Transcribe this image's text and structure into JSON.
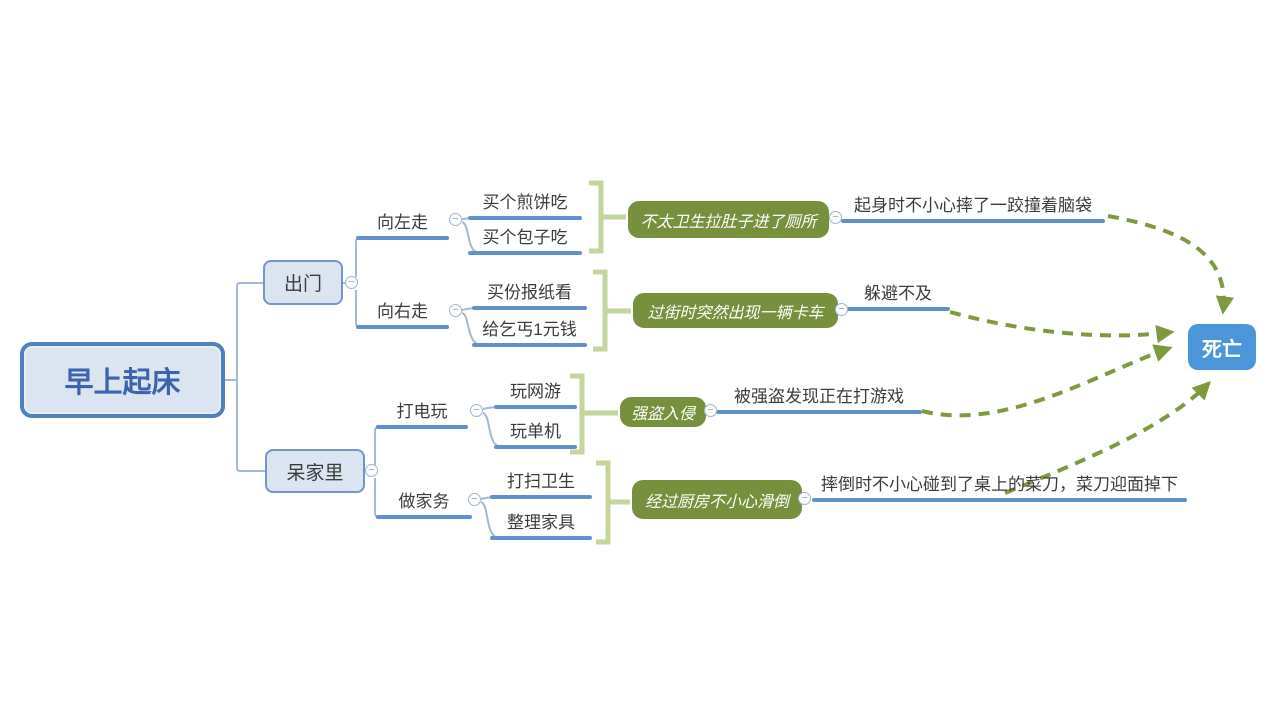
{
  "map": {
    "root": {
      "label": "早上起床"
    },
    "death": {
      "label": "死亡"
    },
    "branches": [
      {
        "label": "出门",
        "children": [
          {
            "label": "向左走",
            "options": [
              {
                "label": "买个煎饼吃"
              },
              {
                "label": "买个包子吃"
              }
            ],
            "summary": {
              "label": "不太卫生拉肚子进了厕所"
            },
            "result": {
              "label": "起身时不小心摔了一跤撞着脑袋"
            }
          },
          {
            "label": "向右走",
            "options": [
              {
                "label": "买份报纸看"
              },
              {
                "label": "给乞丐1元钱"
              }
            ],
            "summary": {
              "label": "过街时突然出现一辆卡车"
            },
            "result": {
              "label": "躲避不及"
            }
          }
        ]
      },
      {
        "label": "呆家里",
        "children": [
          {
            "label": "打电玩",
            "options": [
              {
                "label": "玩网游"
              },
              {
                "label": "玩单机"
              }
            ],
            "summary": {
              "label": "强盗入侵"
            },
            "result": {
              "label": "被强盗发现正在打游戏"
            }
          },
          {
            "label": "做家务",
            "options": [
              {
                "label": "打扫卫生"
              },
              {
                "label": "整理家具"
              }
            ],
            "summary": {
              "label": "经过厨房不小心滑倒"
            },
            "result": {
              "label": "摔倒时不小心碰到了桌上的菜刀，菜刀迎面掉下"
            }
          }
        ]
      }
    ],
    "icons": {
      "collapse_glyph": "−"
    },
    "colors": {
      "canvas_bg": "#ffffff",
      "node_fill": "#dbe5f1",
      "root_border": "#4f81bd",
      "root_text": "#3a64ae",
      "node_border": "#7396c8",
      "topic_text": "#3c3c3c",
      "branch_line": "#6191cb",
      "elbow_line": "#a3b8d4",
      "summary_fill": "#77903d",
      "summary_text": "#ffffff",
      "bracket": "#c3d69b",
      "relationship_arrow": "#7e9a3f",
      "death_fill": "#4b96d9",
      "death_text": "#ffffff"
    }
  }
}
